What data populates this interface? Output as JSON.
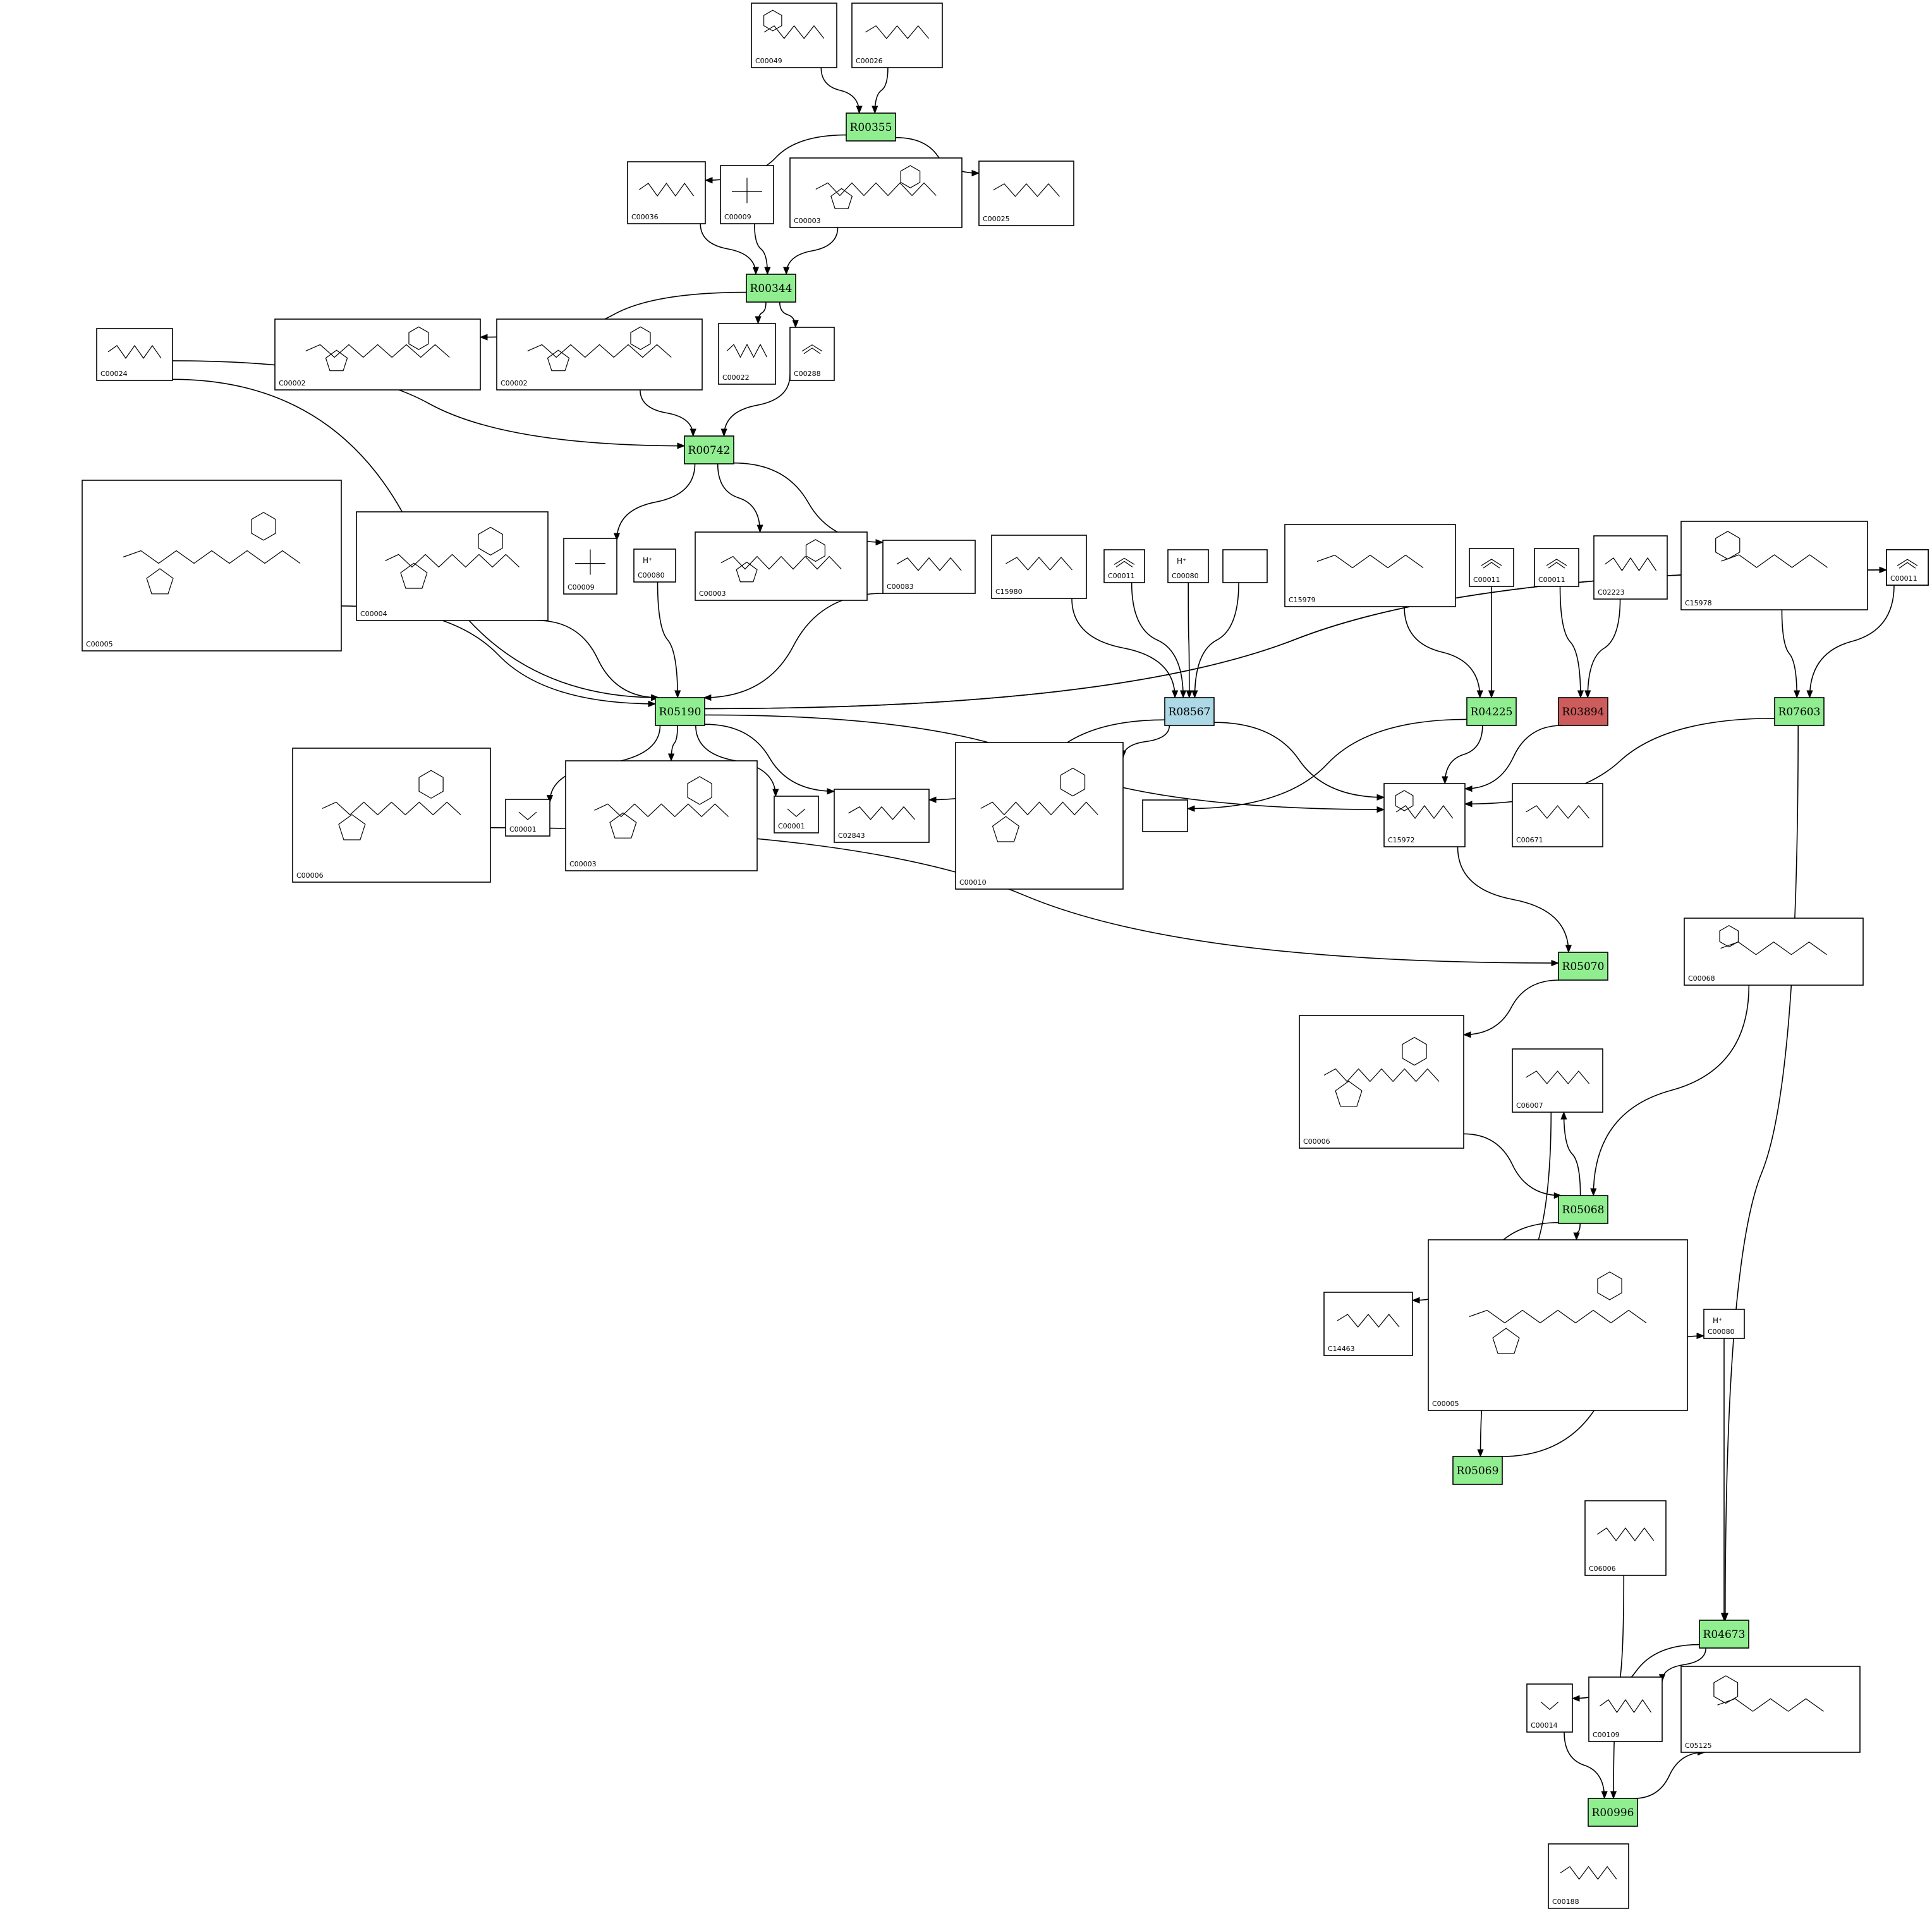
{
  "reaction_colors": {
    "green": "#90ee90",
    "blue": "#add8e6",
    "red": "#cd5c5c"
  },
  "reactions": [
    {
      "id": "R00355",
      "color": "green"
    },
    {
      "id": "R00344",
      "color": "green"
    },
    {
      "id": "R00742",
      "color": "green"
    },
    {
      "id": "R05190",
      "color": "green"
    },
    {
      "id": "R08567",
      "color": "blue"
    },
    {
      "id": "R04225",
      "color": "green"
    },
    {
      "id": "R03894",
      "color": "red"
    },
    {
      "id": "R07603",
      "color": "green"
    },
    {
      "id": "R05070",
      "color": "green"
    },
    {
      "id": "R05068",
      "color": "green"
    },
    {
      "id": "R05069",
      "color": "green"
    },
    {
      "id": "R04673",
      "color": "green"
    },
    {
      "id": "R00996",
      "color": "green"
    }
  ],
  "compounds": [
    {
      "id": "C00049",
      "kind": "ring"
    },
    {
      "id": "C00026",
      "kind": "chain"
    },
    {
      "id": "C00036",
      "kind": "chain"
    },
    {
      "id": "C00009",
      "kind": "phosphate"
    },
    {
      "id": "C00003",
      "kind": "nucleotide"
    },
    {
      "id": "C00025",
      "kind": "chain"
    },
    {
      "id": "C00024",
      "kind": "chain"
    },
    {
      "id": "C00002",
      "kind": "nucleotide"
    },
    {
      "id": "C00002",
      "kind": "nucleotide"
    },
    {
      "id": "C00022",
      "kind": "chain"
    },
    {
      "id": "C00288",
      "kind": "small"
    },
    {
      "id": "C00005",
      "kind": "nucleotide"
    },
    {
      "id": "C00004",
      "kind": "nucleotide"
    },
    {
      "id": "C00009",
      "kind": "phosphate"
    },
    {
      "id": "C00080",
      "kind": "ion",
      "formula": "H⁺"
    },
    {
      "id": "C00003",
      "kind": "nucleotide"
    },
    {
      "id": "C00083",
      "kind": "chain"
    },
    {
      "id": "C15980",
      "kind": "chain"
    },
    {
      "id": "C00011",
      "kind": "small"
    },
    {
      "id": "C00080",
      "kind": "ion",
      "formula": "H⁺"
    },
    {
      "id": "",
      "kind": "empty"
    },
    {
      "id": "C15979",
      "kind": "chain"
    },
    {
      "id": "C00011",
      "kind": "small"
    },
    {
      "id": "C00011",
      "kind": "small"
    },
    {
      "id": "C02223",
      "kind": "chain"
    },
    {
      "id": "C15978",
      "kind": "ring"
    },
    {
      "id": "C00011",
      "kind": "small"
    },
    {
      "id": "C00011",
      "kind": "small"
    },
    {
      "id": "C00006",
      "kind": "nucleotide"
    },
    {
      "id": "C00001",
      "kind": "water"
    },
    {
      "id": "C00003",
      "kind": "nucleotide"
    },
    {
      "id": "C00001",
      "kind": "water"
    },
    {
      "id": "C02843",
      "kind": "chain"
    },
    {
      "id": "C00010",
      "kind": "nucleotide"
    },
    {
      "id": "",
      "kind": "empty"
    },
    {
      "id": "C15972",
      "kind": "ring"
    },
    {
      "id": "C00671",
      "kind": "chain"
    },
    {
      "id": "C00068",
      "kind": "ring"
    },
    {
      "id": "C00006",
      "kind": "nucleotide"
    },
    {
      "id": "C06007",
      "kind": "chain"
    },
    {
      "id": "C14463",
      "kind": "chain"
    },
    {
      "id": "C00005",
      "kind": "nucleotide"
    },
    {
      "id": "C00080",
      "kind": "ion",
      "formula": "H⁺"
    },
    {
      "id": "C06006",
      "kind": "chain"
    },
    {
      "id": "C00014",
      "kind": "ammonia"
    },
    {
      "id": "C00109",
      "kind": "chain"
    },
    {
      "id": "C05125",
      "kind": "ring"
    },
    {
      "id": "C00188",
      "kind": "chain"
    }
  ],
  "edges": [
    [
      "c0",
      "R00355"
    ],
    [
      "c1",
      "R00355"
    ],
    [
      "R00355",
      "c2"
    ],
    [
      "R00355",
      "c5"
    ],
    [
      "c2",
      "R00344"
    ],
    [
      "c3",
      "R00344"
    ],
    [
      "c4",
      "R00344"
    ],
    [
      "R00344",
      "c7"
    ],
    [
      "R00344",
      "c9"
    ],
    [
      "R00344",
      "c10"
    ],
    [
      "c6",
      "R00742"
    ],
    [
      "c8",
      "R00742"
    ],
    [
      "c10",
      "R00742"
    ],
    [
      "R00742",
      "c13"
    ],
    [
      "R00742",
      "c15"
    ],
    [
      "R00742",
      "c16"
    ],
    [
      "c6",
      "R05190"
    ],
    [
      "c11",
      "R05190"
    ],
    [
      "c12",
      "R05190"
    ],
    [
      "c14",
      "R05190"
    ],
    [
      "c16",
      "R05190"
    ],
    [
      "R05190",
      "c26"
    ],
    [
      "R05190",
      "c27"
    ],
    [
      "R05190",
      "c29"
    ],
    [
      "R05190",
      "c30"
    ],
    [
      "R05190",
      "c31"
    ],
    [
      "R05190",
      "c32"
    ],
    [
      "R05190",
      "c35"
    ],
    [
      "c17",
      "R08567"
    ],
    [
      "c18",
      "R08567"
    ],
    [
      "c19",
      "R08567"
    ],
    [
      "c20",
      "R08567"
    ],
    [
      "R08567",
      "c32"
    ],
    [
      "R08567",
      "c33"
    ],
    [
      "R08567",
      "c35"
    ],
    [
      "c21",
      "R04225"
    ],
    [
      "c22",
      "R04225"
    ],
    [
      "R04225",
      "c34"
    ],
    [
      "R04225",
      "c35"
    ],
    [
      "c23",
      "R03894"
    ],
    [
      "c24",
      "R03894"
    ],
    [
      "R03894",
      "c35"
    ],
    [
      "c25",
      "R07603"
    ],
    [
      "c26b",
      "R07603"
    ],
    [
      "R07603",
      "c35"
    ],
    [
      "R07603",
      "R04673"
    ],
    [
      "c35",
      "R05070"
    ],
    [
      "c28",
      "R05070"
    ],
    [
      "R05070",
      "c38"
    ],
    [
      "c37",
      "R05068"
    ],
    [
      "c38",
      "R05068"
    ],
    [
      "R05068",
      "c39"
    ],
    [
      "R05068",
      "c40"
    ],
    [
      "R05068",
      "c41"
    ],
    [
      "c39",
      "R05069"
    ],
    [
      "R05069",
      "c42"
    ],
    [
      "c42",
      "R04673"
    ],
    [
      "R04673",
      "c44"
    ],
    [
      "R04673",
      "c45"
    ],
    [
      "c43",
      "R00996"
    ],
    [
      "c44",
      "R00996"
    ],
    [
      "R00996",
      "c46"
    ]
  ]
}
